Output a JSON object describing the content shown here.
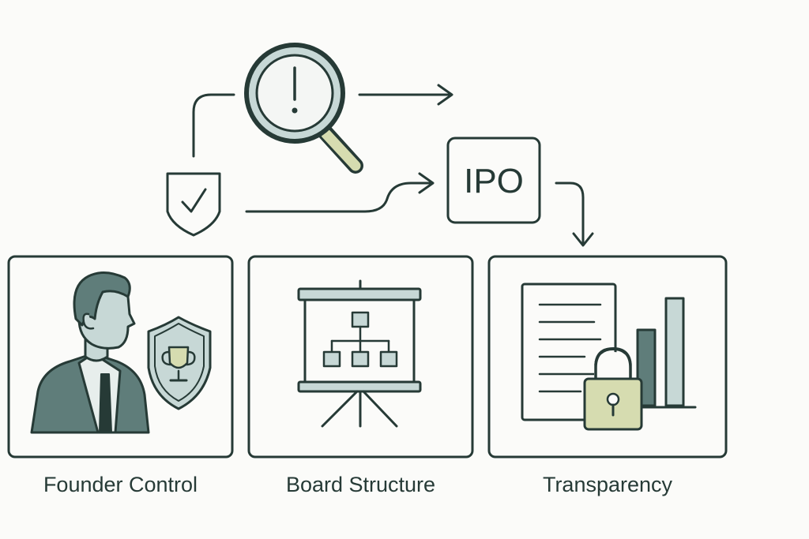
{
  "ipo": {
    "label": "IPO"
  },
  "panels": [
    {
      "caption": "Founder Control",
      "icon": "founder-shield-icon"
    },
    {
      "caption": "Board Structure",
      "icon": "board-org-chart-icon"
    },
    {
      "caption": "Transparency",
      "icon": "document-lock-chart-icon"
    }
  ],
  "top_icons": [
    "shield-check-icon",
    "magnifier-alert-icon"
  ],
  "colors": {
    "stroke": "#263a36",
    "accent": "#5f7d7a",
    "light": "#c7d8d6",
    "olive": "#d6dcb0",
    "background": "#fbfbf9"
  }
}
